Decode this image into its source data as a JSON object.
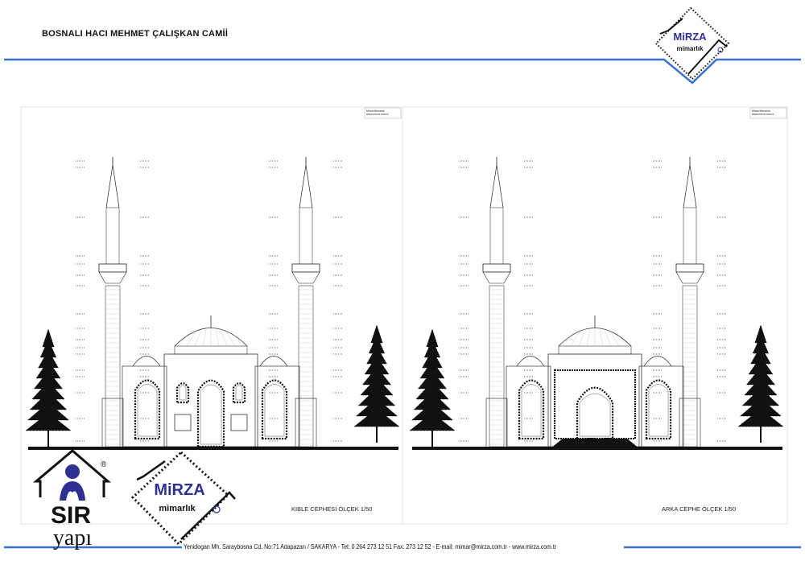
{
  "header": {
    "title": "BOSNALI HACI MEHMET ÇALIŞKAN CAMİİ",
    "logo": {
      "name": "MiRZA",
      "sub": "mimarlık",
      "mark": "®"
    }
  },
  "sheets": [
    {
      "caption": "KIBLE CEPHESİ ÖLÇEK 1/50",
      "titleblock": [
        "Mirza Mimarlık",
        "www.mirza.com.tr"
      ]
    },
    {
      "caption": "ARKA CEPHE ÖLÇEK 1/50",
      "titleblock": [
        "Mirza Mimarlık",
        "www.mirza.com.tr"
      ]
    }
  ],
  "logos": {
    "sir": {
      "top": "SIR",
      "bottom": "yapı",
      "mark": "®"
    },
    "mirza": {
      "name": "MiRZA",
      "sub": "mimarlık",
      "mark": "®"
    }
  },
  "footer": {
    "text": "Yenidogan Mh. Saraybosna Cd. No:71 Adapazarı / SAKARYA - Tel: 0 264 273 12 51 Fax: 273 12 52  -  E-mail: mimar@mirza.com.tr  -  www.mirza.com.tr"
  },
  "colors": {
    "accent": "#3b6fd0",
    "brand": "#2e3192",
    "ink": "#111111"
  }
}
